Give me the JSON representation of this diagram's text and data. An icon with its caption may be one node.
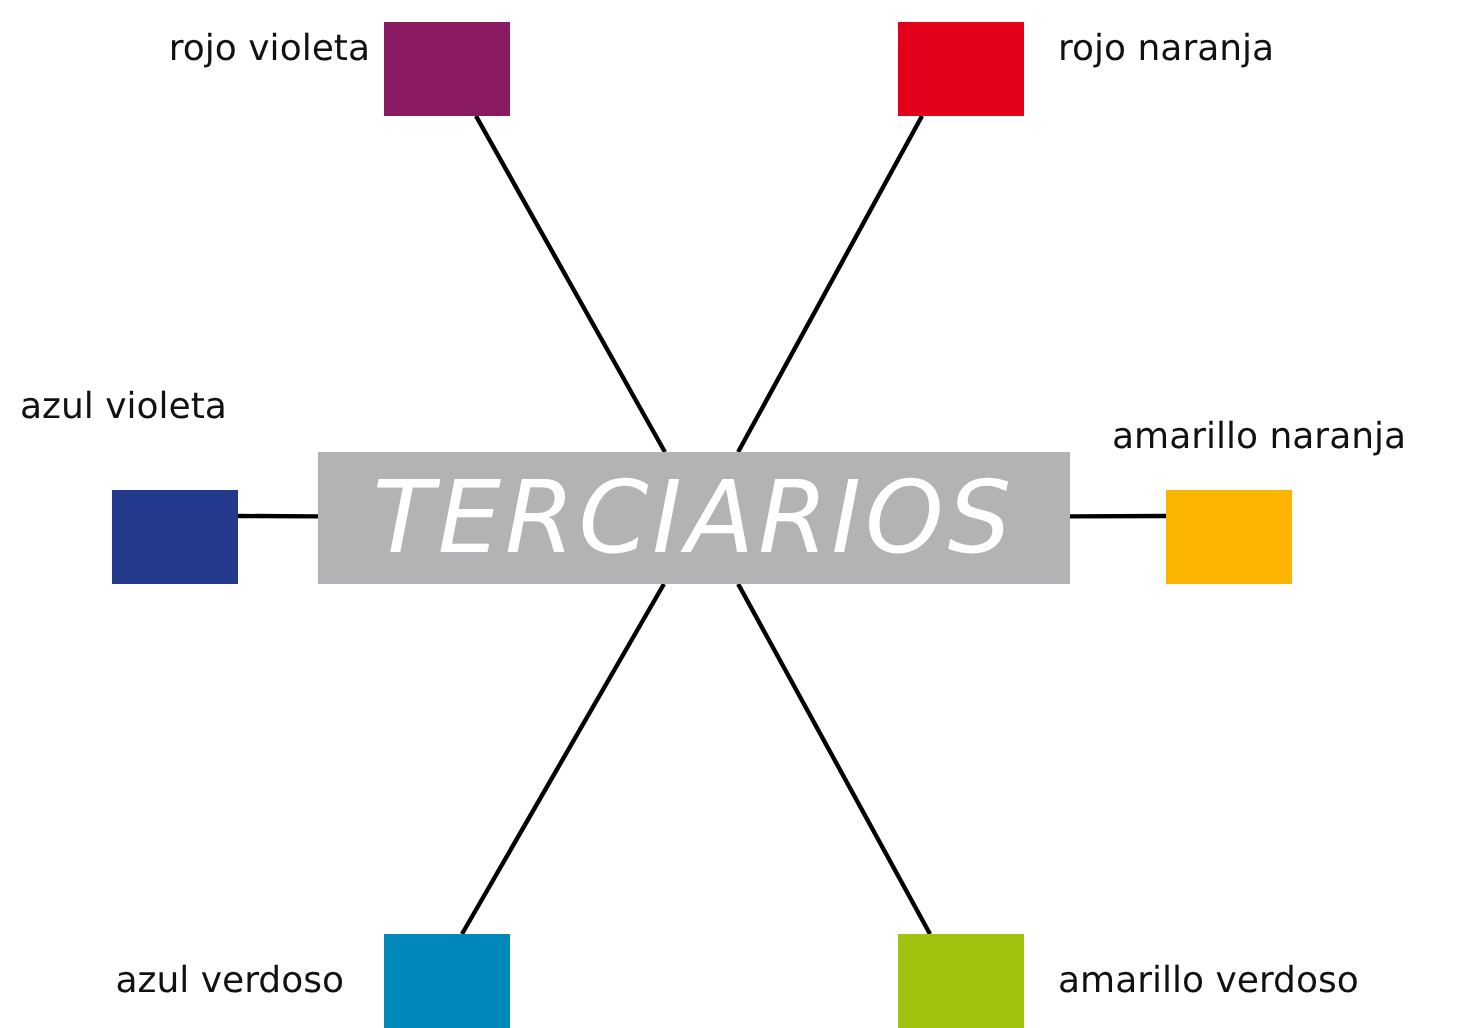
{
  "diagram": {
    "nodes": [
      {
        "text": [
          "TERCIARIOS"
        ]
      },
      {
        "text": [],
        "shape": "box",
        "beside": [
          "rojo violeta"
        ]
      },
      {
        "text": [],
        "shape": "box",
        "beside": [
          "rojo naranja"
        ]
      },
      {
        "text": [],
        "shape": "box",
        "beside": [
          "azul violeta"
        ]
      },
      {
        "text": [],
        "shape": "box",
        "beside": [
          "amarillo naranja"
        ]
      },
      {
        "text": [],
        "shape": "box",
        "beside": [
          "azul verdoso"
        ]
      },
      {
        "text": [],
        "shape": "box",
        "beside": [
          "amarillo verdoso"
        ]
      }
    ],
    "edges": [
      {
        "from": 0,
        "to": 1,
        "arrow": "none"
      },
      {
        "from": 0,
        "to": 2,
        "arrow": "none"
      },
      {
        "from": 0,
        "to": 3,
        "arrow": "none"
      },
      {
        "from": 0,
        "to": 4,
        "arrow": "none"
      },
      {
        "from": 0,
        "to": 5,
        "arrow": "none"
      },
      {
        "from": 0,
        "to": 6,
        "arrow": "none"
      }
    ]
  }
}
